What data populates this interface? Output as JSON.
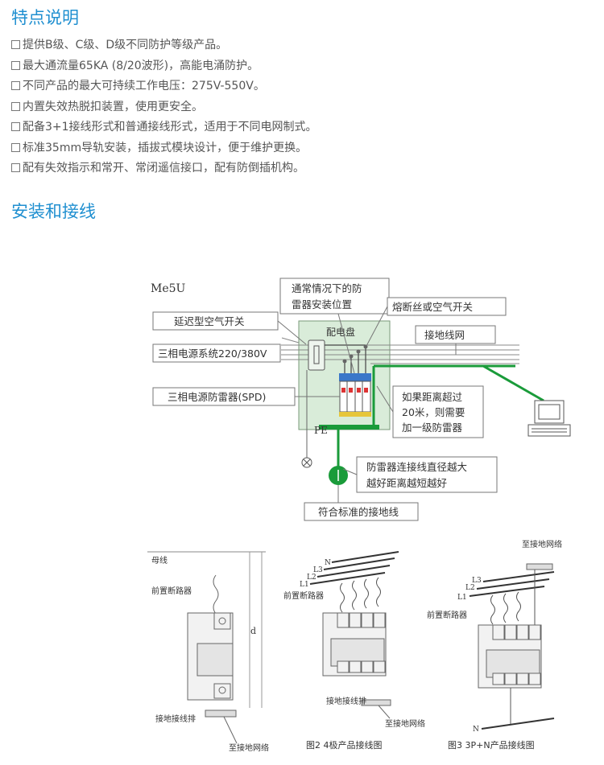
{
  "features": {
    "title": "特点说明",
    "items": [
      "提供B级、C级、D级不同防护等级产品。",
      "最大通流量65KA (8/20波形)，高能电涌防护。",
      "不同产品的最大可持续工作电压：275V-550V。",
      "内置失效热脱扣装置，使用更安全。",
      "配备3+1接线形式和普通接线形式，适用于不同电网制式。",
      "标准35mm导轨安装，插拔式模块设计，便于维护更换。",
      "配有失效指示和常开、常闭遥信接口，配有防倒插机构。"
    ]
  },
  "install": {
    "title": "安装和接线",
    "diagram": {
      "model": "Me5U",
      "box_normal_line1": "通常情况下的防",
      "box_normal_line2": "雷器安装位置",
      "box_fuse": "熔断丝或空气开关",
      "box_delay": "延迟型空气开关",
      "panel_label": "配电盘",
      "box_ground_net": "接地线网",
      "box_three_phase": "三相电源系统220/380V",
      "box_spd": "三相电源防雷器(SPD)",
      "box_far_line1": "如果距离超过",
      "box_far_line2": "20米，则需要",
      "box_far_line3": "加一级防雷器",
      "pe_label": "PE",
      "box_wire_line1": "防雷器连接线直径越大",
      "box_wire_line2": "越好距离越短越好",
      "box_std_ground": "符合标准的接地线"
    }
  },
  "figures": {
    "fig1": {
      "busbar": "母线",
      "breaker": "前置断路器",
      "dim": "d",
      "ground_bar": "接地接线排",
      "to_net": "至接地网络"
    },
    "fig2": {
      "n": "N",
      "l3": "L3",
      "l2": "L2",
      "l1": "L1",
      "breaker": "前置断路器",
      "ground_bar": "接地接线排",
      "to_net": "至接地网络",
      "caption": "图2  4极产品接线图"
    },
    "fig3": {
      "to_net_top": "至接地网络",
      "l3": "L3",
      "l2": "L2",
      "l1": "L1",
      "breaker": "前置断路器",
      "n": "N",
      "caption": "图3  3P+N产品接线图"
    }
  },
  "colors": {
    "heading": "#1f8fd0",
    "panel": "#d9ecd9",
    "green_wire": "#1a9b3a"
  }
}
